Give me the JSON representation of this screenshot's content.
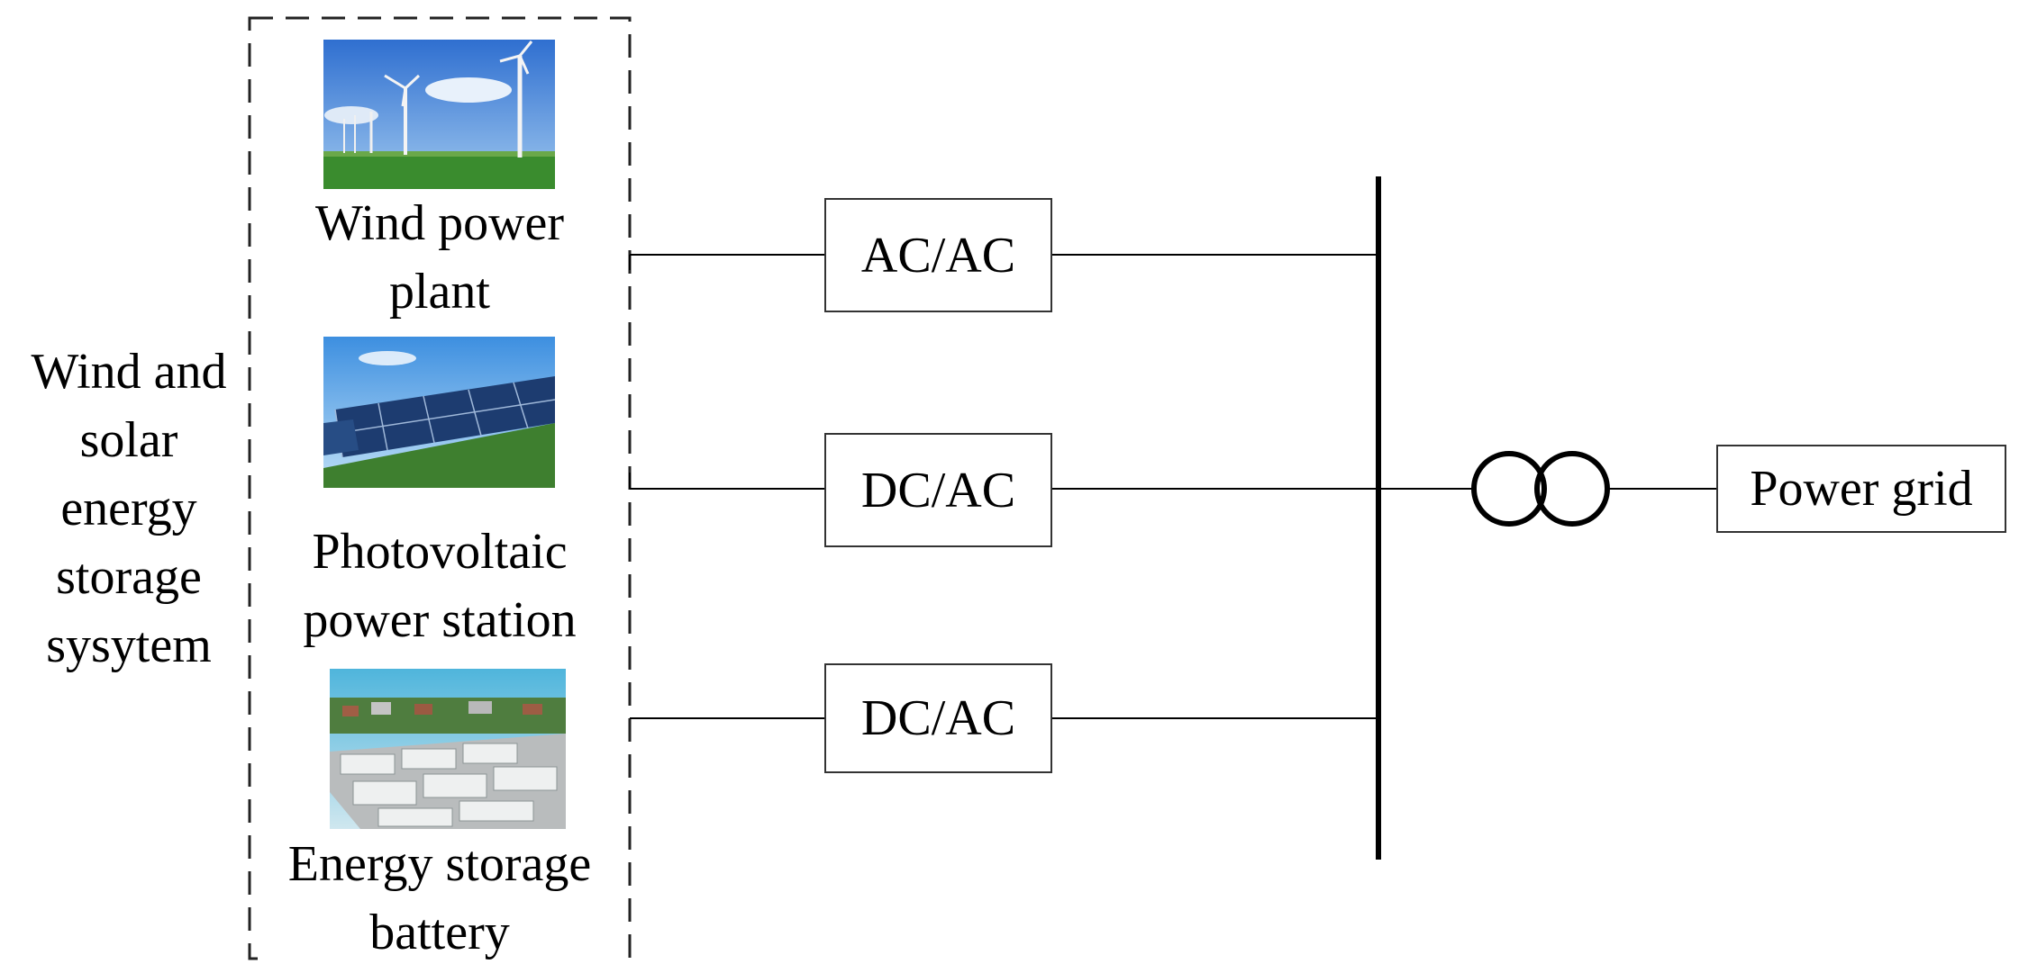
{
  "system_label": [
    "Wind and",
    "solar",
    "energy",
    "storage",
    "sysytem"
  ],
  "sources": [
    {
      "name_lines": [
        "Wind power",
        "plant"
      ],
      "image": "wind-turbines-photo"
    },
    {
      "name_lines": [
        "Photovoltaic",
        "power station"
      ],
      "image": "solar-panels-photo"
    },
    {
      "name_lines": [
        "Energy storage",
        "battery"
      ],
      "image": "battery-containers-photo"
    }
  ],
  "converters": [
    "AC/AC",
    "DC/AC",
    "DC/AC"
  ],
  "transformer": {
    "icon": "transformer-icon"
  },
  "grid_label": "Power grid",
  "colors": {
    "line": "#000000",
    "box_border": "#333333",
    "sky": "#3f86d8",
    "grass": "#2f8a2a"
  }
}
